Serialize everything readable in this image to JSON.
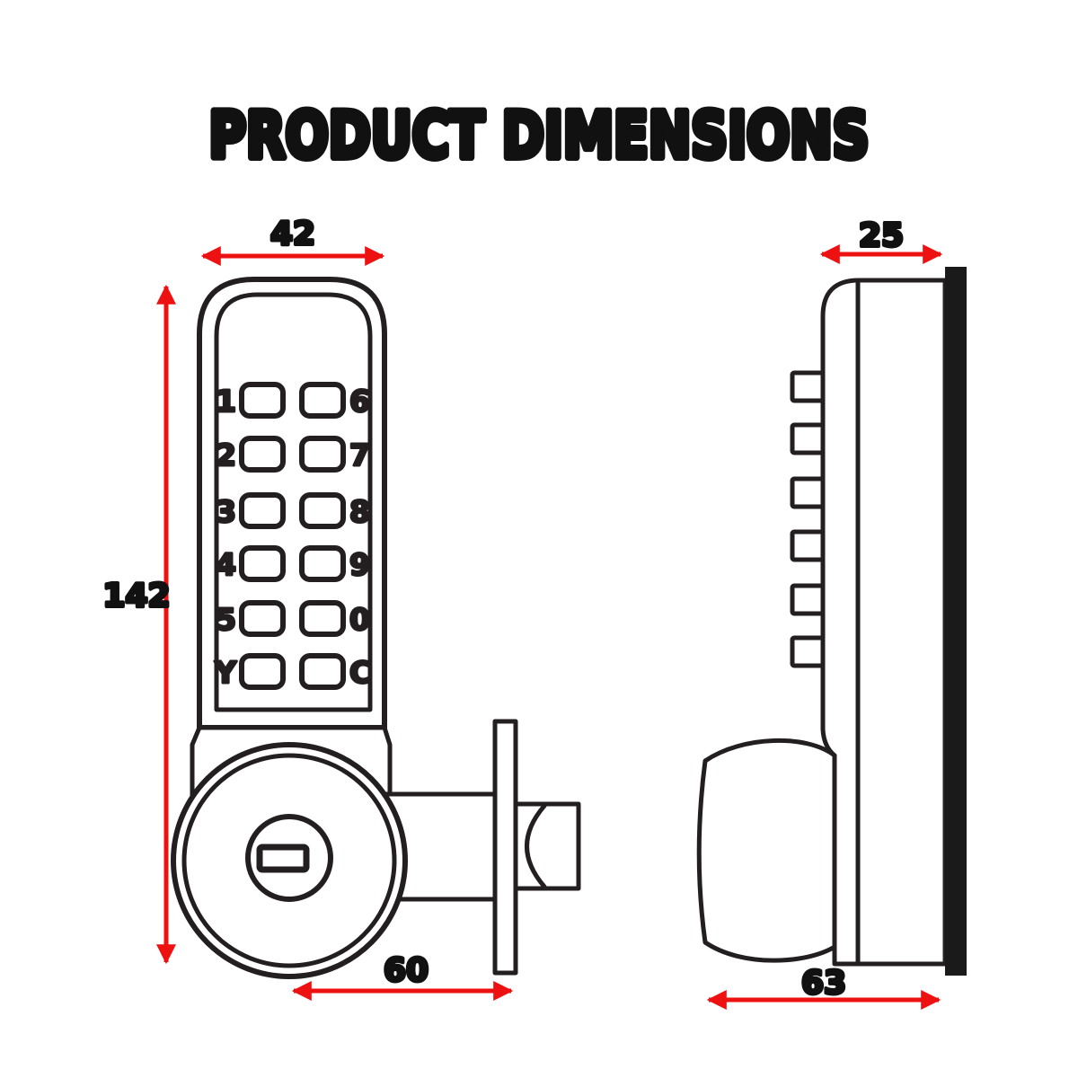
{
  "title": "PRODUCT DIMENSIONS",
  "colors": {
    "arrow_red": "#ee1111",
    "outline_black": "#231f20",
    "background": "#ffffff"
  },
  "front_view": {
    "name": "front view of keypad lock",
    "width_mm": "42",
    "height_mm": "142",
    "latch_depth_mm": "60",
    "keypad_rows": [
      {
        "left": "1",
        "right": "6"
      },
      {
        "left": "2",
        "right": "7"
      },
      {
        "left": "3",
        "right": "8"
      },
      {
        "left": "4",
        "right": "9"
      },
      {
        "left": "5",
        "right": "0"
      },
      {
        "left": "Y",
        "right": "C"
      }
    ]
  },
  "side_view": {
    "name": "side profile of keypad lock",
    "depth_mm": "25",
    "body_width_mm": "63"
  }
}
